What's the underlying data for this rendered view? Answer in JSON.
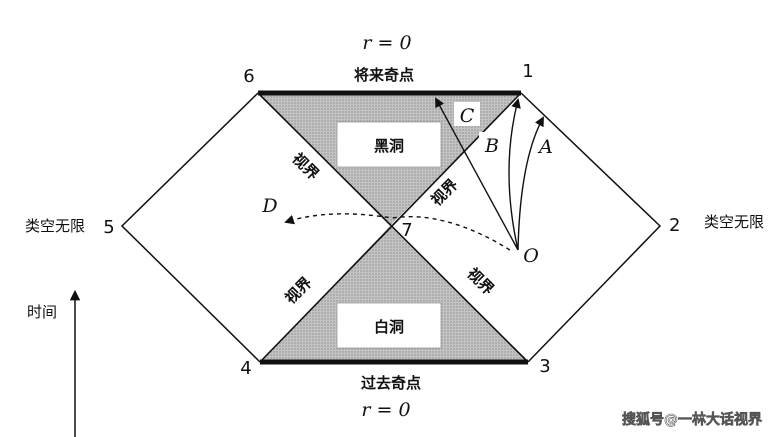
{
  "diagram": {
    "top_r": "r = 0",
    "future_singularity": "将来奇点",
    "bottom_r": "r = 0",
    "past_singularity": "过去奇点",
    "black_hole": "黑洞",
    "white_hole": "白洞",
    "horizon": "视界",
    "infinity_left": "类空无限",
    "infinity_right": "类空无限",
    "time_axis": "时间",
    "vertices": {
      "v1": "1",
      "v2": "2",
      "v3": "3",
      "v4": "4",
      "v5": "5",
      "v6": "6",
      "v7": "7"
    },
    "paths": {
      "A": "A",
      "B": "B",
      "C": "C",
      "D": "D",
      "O": "O"
    }
  },
  "watermark": "搜狐号@一林大话视界",
  "colors": {
    "shade": "#b8b8b8",
    "line": "#111111"
  }
}
